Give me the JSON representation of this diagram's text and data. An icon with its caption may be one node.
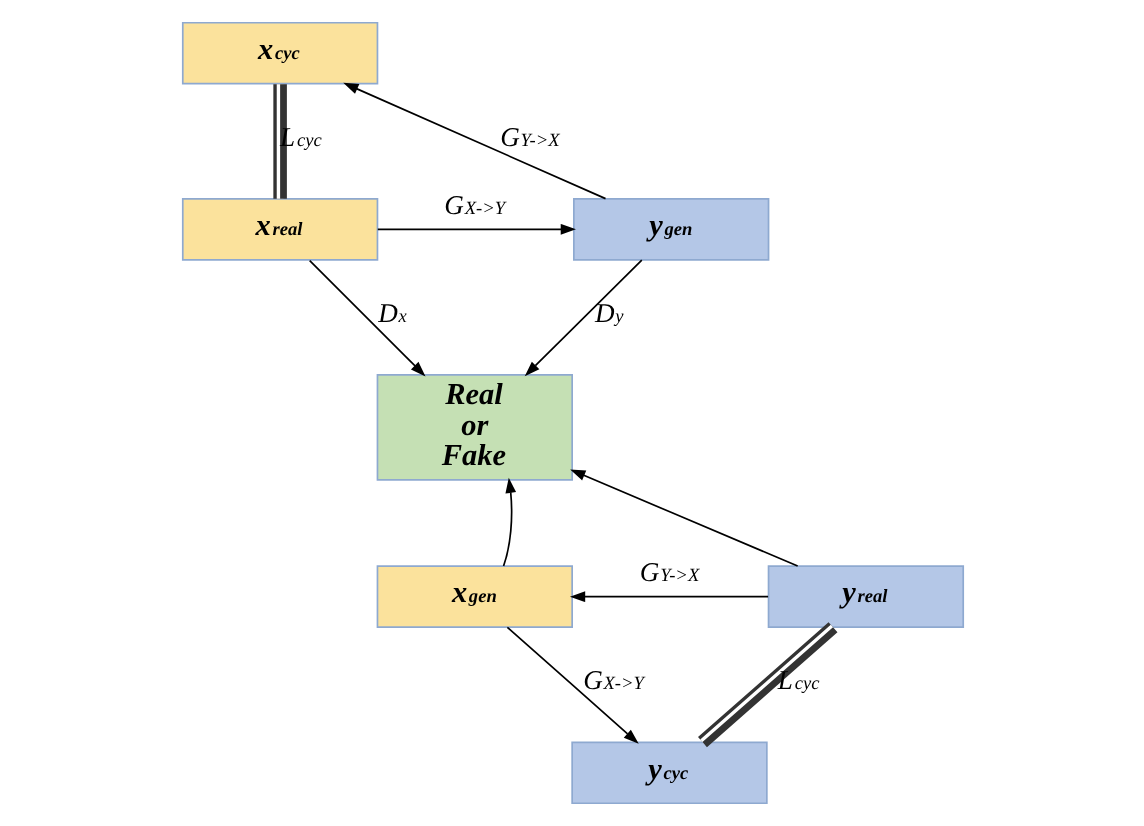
{
  "diagram": {
    "nodes": [
      {
        "text": [
          "x$_{cyc}$"
        ]
      },
      {
        "text": [
          "x$_{real}$"
        ]
      },
      {
        "text": [
          "y$_{gen}$"
        ]
      },
      {
        "text": [
          "Real or Fake"
        ]
      },
      {
        "text": [
          "x$_{gen}$"
        ]
      },
      {
        "text": [
          "y$_{real}$"
        ]
      },
      {
        "text": [
          "y$_{cyc}$"
        ]
      }
    ],
    "edges": [
      {
        "from": 0,
        "to": 1,
        "arrow": "none",
        "label": "L$_{cyc}$",
        "style": "thick"
      },
      {
        "from": 2,
        "to": 0,
        "arrow": "to",
        "label": "G$_{Y->X}$"
      },
      {
        "from": 1,
        "to": 2,
        "arrow": "to",
        "label": "G$_{X->Y}$"
      },
      {
        "from": 1,
        "to": 3,
        "arrow": "to",
        "label": "D$_{x}$"
      },
      {
        "from": 4,
        "to": 3,
        "arrow": "to"
      },
      {
        "from": 2,
        "to": 3,
        "arrow": "to",
        "label": "D$_{y}$"
      },
      {
        "from": 5,
        "to": 3,
        "arrow": "to"
      },
      {
        "from": 5,
        "to": 4,
        "arrow": "to",
        "label": "G$_{Y->X}$"
      },
      {
        "from": 4,
        "to": 6,
        "arrow": "to",
        "label": "G$_{X->Y}$"
      },
      {
        "from": 5,
        "to": 6,
        "arrow": "none",
        "label": "L$_{cyc}$",
        "style": "thick"
      }
    ]
  }
}
